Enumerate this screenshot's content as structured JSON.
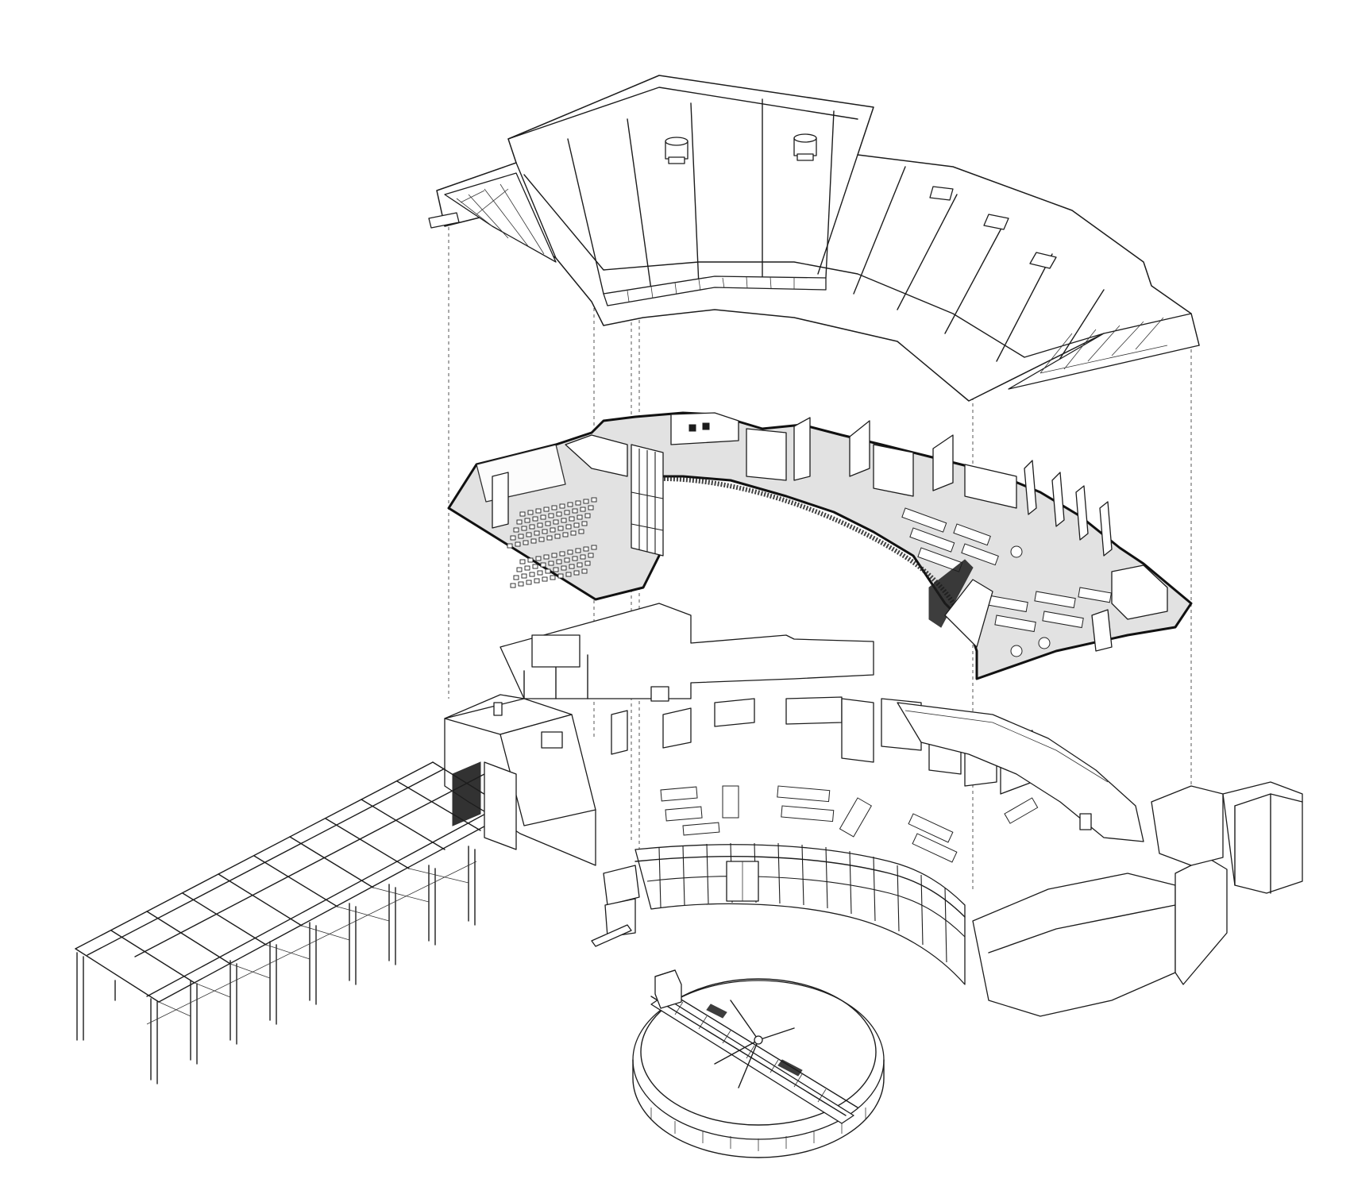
{
  "drawing": {
    "type": "exploded-axonometric",
    "line_color": "#1c1c1c",
    "floor_fill": "#e2e2e2",
    "background": "#ffffff",
    "components": [
      "roof",
      "upper-floor-plate",
      "ground-level-building",
      "pergola",
      "circular-tank"
    ]
  }
}
